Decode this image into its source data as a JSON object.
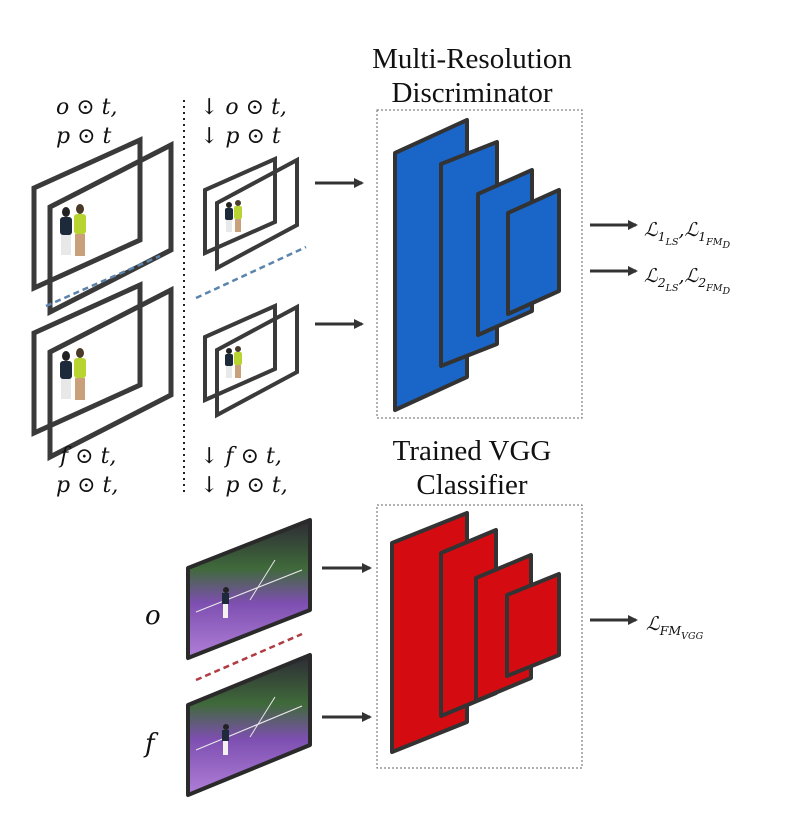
{
  "colors": {
    "discriminator": "#1a66c8",
    "classifier": "#d40c12",
    "frame": "#3a3a3a",
    "separator_blue": "#5b84ac",
    "separator_red": "#b03c44"
  },
  "discriminator": {
    "title_line1": "Multi-Resolution",
    "title_line2": "Discriminator"
  },
  "classifier": {
    "title_line1": "Trained VGG",
    "title_line2": "Classifier"
  },
  "inputs": {
    "top_full_line1": "o ⊙ t,",
    "top_full_line2": "p ⊙ t",
    "top_down_line1": "↓ o ⊙ t,",
    "top_down_line2": "↓ p ⊙ t",
    "bottom_full_line1": "f ⊙ t,",
    "bottom_full_line2": "p ⊙ t,",
    "bottom_down_line1": "↓ f ⊙ t,",
    "bottom_down_line2": "↓ p ⊙ t,"
  },
  "vgg_inputs": {
    "label_o": "o",
    "label_f": "f"
  },
  "losses": {
    "loss1": {
      "script": "ℒ",
      "sub_a": "1",
      "subsub_a": "LS",
      "comma": ",",
      "sub_b": "1",
      "subsub_b": "FM",
      "subsubsub_b": "D"
    },
    "loss2": {
      "script": "ℒ",
      "sub_a": "2",
      "subsub_a": "LS",
      "comma": ",",
      "sub_b": "2",
      "subsub_b": "FM",
      "subsubsub_b": "D"
    },
    "loss_vgg": {
      "script": "ℒ",
      "sub": "FM",
      "subsub": "VGG"
    }
  }
}
